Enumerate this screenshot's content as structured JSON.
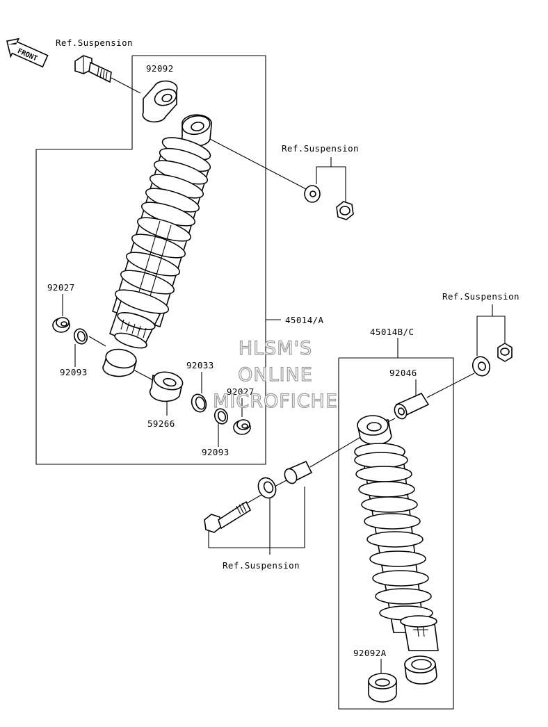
{
  "front_label": "FRONT",
  "labels": {
    "ref_top_left": "Ref.Suspension",
    "ref_right_upper": "Ref.Suspension",
    "ref_far_right": "Ref.Suspension",
    "ref_bottom": "Ref.Suspension",
    "p92092": "92092",
    "p92027_left": "92027",
    "p92093_left": "92093",
    "p59266": "59266",
    "p92033": "92033",
    "p92027_right": "92027",
    "p92093_right": "92093",
    "p45014A": "45014/A",
    "p45014BC": "45014B/C",
    "p92046": "92046",
    "p92092A": "92092A"
  },
  "watermark": {
    "line1": "HLSM'S",
    "line2": "ONLINE",
    "line3": "MICROFICHE"
  }
}
